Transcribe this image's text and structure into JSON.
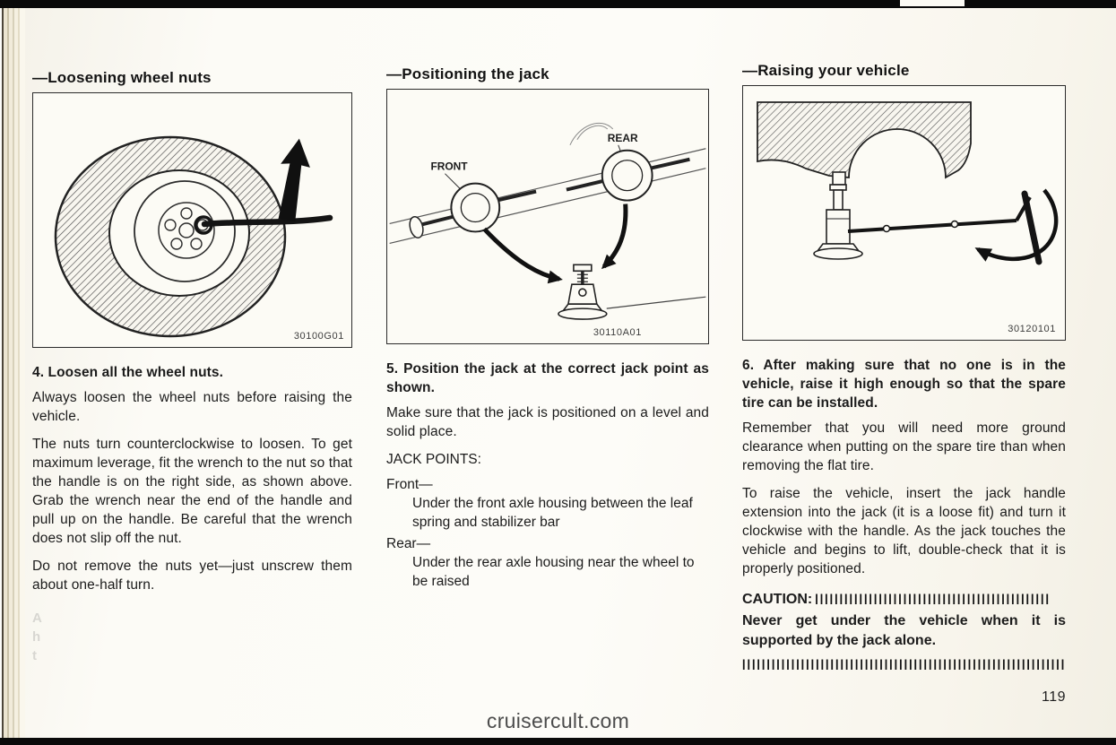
{
  "scan": {
    "page_number": "119",
    "watermark": "cruisercult.com"
  },
  "columns": [
    {
      "heading": "—Loosening wheel nuts",
      "figure": {
        "code": "30100G01"
      },
      "step_title": "4. Loosen all the wheel nuts.",
      "paragraphs": [
        "Always loosen the wheel nuts before raising the vehicle.",
        "The nuts turn counterclockwise to loosen. To get maximum leverage, fit the wrench to the nut so that the handle is on the right side, as shown above. Grab the wrench near the end of the handle and pull up on the handle. Be careful that the wrench does not slip off the nut.",
        "Do not remove the nuts yet—just unscrew them about one-half turn."
      ],
      "ghost": [
        "A",
        "h",
        "t"
      ]
    },
    {
      "heading": "—Positioning the jack",
      "figure": {
        "code": "30110A01",
        "labels": {
          "front": "FRONT",
          "rear": "REAR"
        }
      },
      "step_title": "5. Position the jack at the correct jack point as shown.",
      "paragraphs": [
        "Make sure that the jack is positioned on a level and solid place."
      ],
      "jack_points": {
        "title": "JACK POINTS:",
        "items": [
          {
            "label": "Front—",
            "text": "Under the front axle housing between the leaf spring and stabilizer bar"
          },
          {
            "label": "Rear—",
            "text": "Under the rear axle housing near the wheel to be raised"
          }
        ]
      }
    },
    {
      "heading": "—Raising your vehicle",
      "figure": {
        "code": "30120101"
      },
      "step_title": "6. After making sure that no one is in the vehicle, raise it high enough so that the spare tire can be installed.",
      "paragraphs": [
        "Remember that you will need more ground clearance when putting on the spare tire than when removing the flat tire.",
        "To raise the vehicle, insert the jack handle extension into the jack (it is a loose fit) and turn it clockwise with the handle. As the jack touches the vehicle and begins to lift, dou­ble-check that it is properly positioned."
      ],
      "caution": {
        "label": "CAUTION:",
        "bars_after_label": "IIIIIIIIIIIIIIIIIIIIIIIIIIIIIIIIIIIIIIIIIIIIIIII",
        "text": "Never get under the vehicle when it is supported by the jack alone.",
        "bars_bottom": "IIIIIIIIIIIIIIIIIIIIIIIIIIIIIIIIIIIIIIIIIIIIIIIIIIIIIIIIIIIIIIIIIIIIIIII"
      }
    }
  ]
}
